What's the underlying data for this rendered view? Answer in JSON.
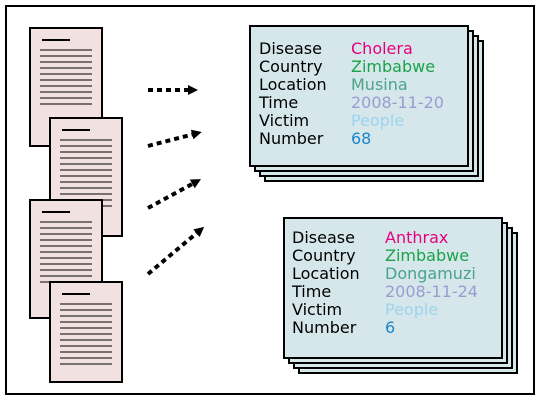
{
  "colors": {
    "document_fill": "#f2e1e1",
    "card_fill": "#d5e7ea",
    "frame_stroke": "#000000",
    "label_text": "#000000",
    "disease": "#e6007e",
    "country": "#1aa34a",
    "location": "#4aa38a",
    "time": "#9b9bd0",
    "victim": "#9ed3ef",
    "number": "#1a86c8"
  },
  "records": [
    {
      "fields": [
        {
          "label": "Disease",
          "value": "Cholera",
          "color_key": "disease"
        },
        {
          "label": "Country",
          "value": "Zimbabwe",
          "color_key": "country"
        },
        {
          "label": "Location",
          "value": "Musina",
          "color_key": "location"
        },
        {
          "label": "Time",
          "value": "2008-11-20",
          "color_key": "time"
        },
        {
          "label": "Victim",
          "value": "People",
          "color_key": "victim"
        },
        {
          "label": "Number",
          "value": "68",
          "color_key": "number"
        }
      ]
    },
    {
      "fields": [
        {
          "label": "Disease",
          "value": "Anthrax",
          "color_key": "disease"
        },
        {
          "label": "Country",
          "value": "Zimbabwe",
          "color_key": "country"
        },
        {
          "label": "Location",
          "value": "Dongamuzi",
          "color_key": "location"
        },
        {
          "label": "Time",
          "value": "2008-11-24",
          "color_key": "time"
        },
        {
          "label": "Victim",
          "value": "People",
          "color_key": "victim"
        },
        {
          "label": "Number",
          "value": "6",
          "color_key": "number"
        }
      ]
    }
  ]
}
